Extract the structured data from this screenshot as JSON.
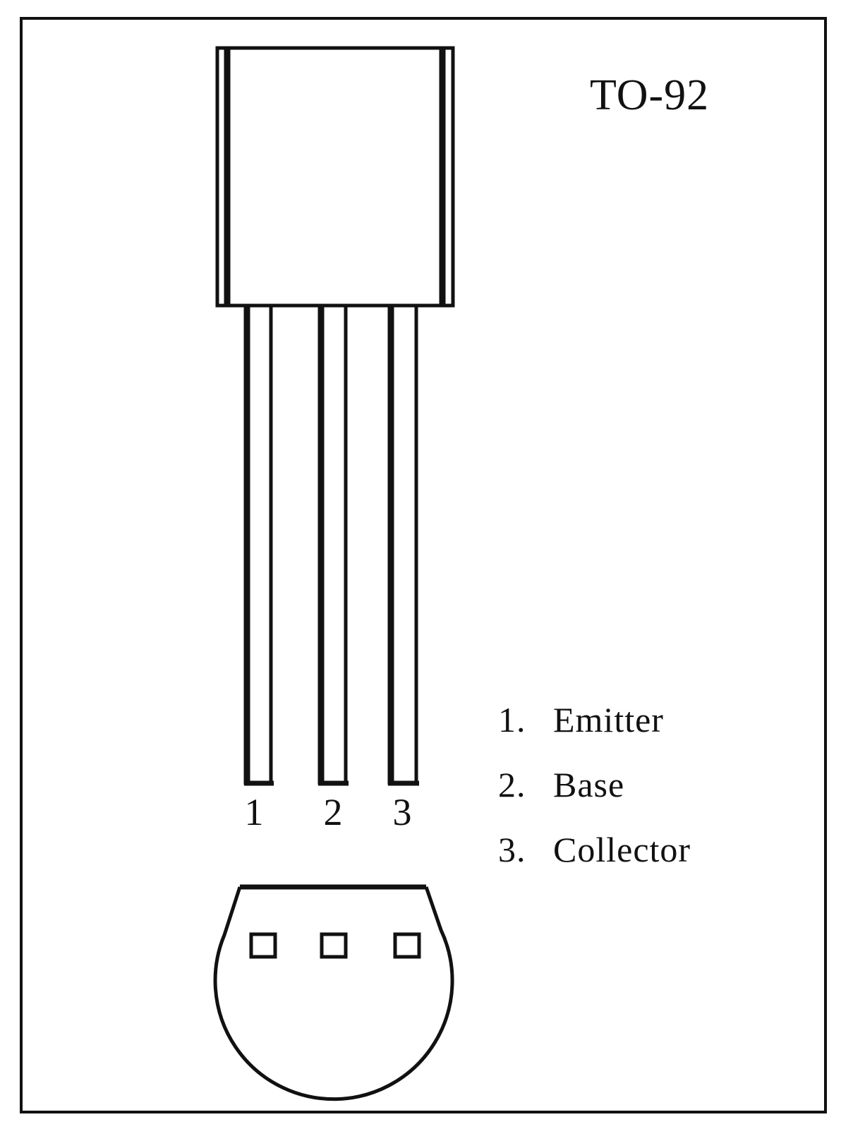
{
  "package": {
    "title": "TO-92"
  },
  "pins": [
    {
      "number": "1",
      "name": "Emitter"
    },
    {
      "number": "2",
      "name": "Base"
    },
    {
      "number": "3",
      "name": "Collector"
    }
  ],
  "legend": [
    {
      "index": "1.",
      "label": "Emitter"
    },
    {
      "index": "2.",
      "label": "Base"
    },
    {
      "index": "3.",
      "label": "Collector"
    }
  ],
  "colors": {
    "stroke": "#111111",
    "background": "#ffffff"
  }
}
